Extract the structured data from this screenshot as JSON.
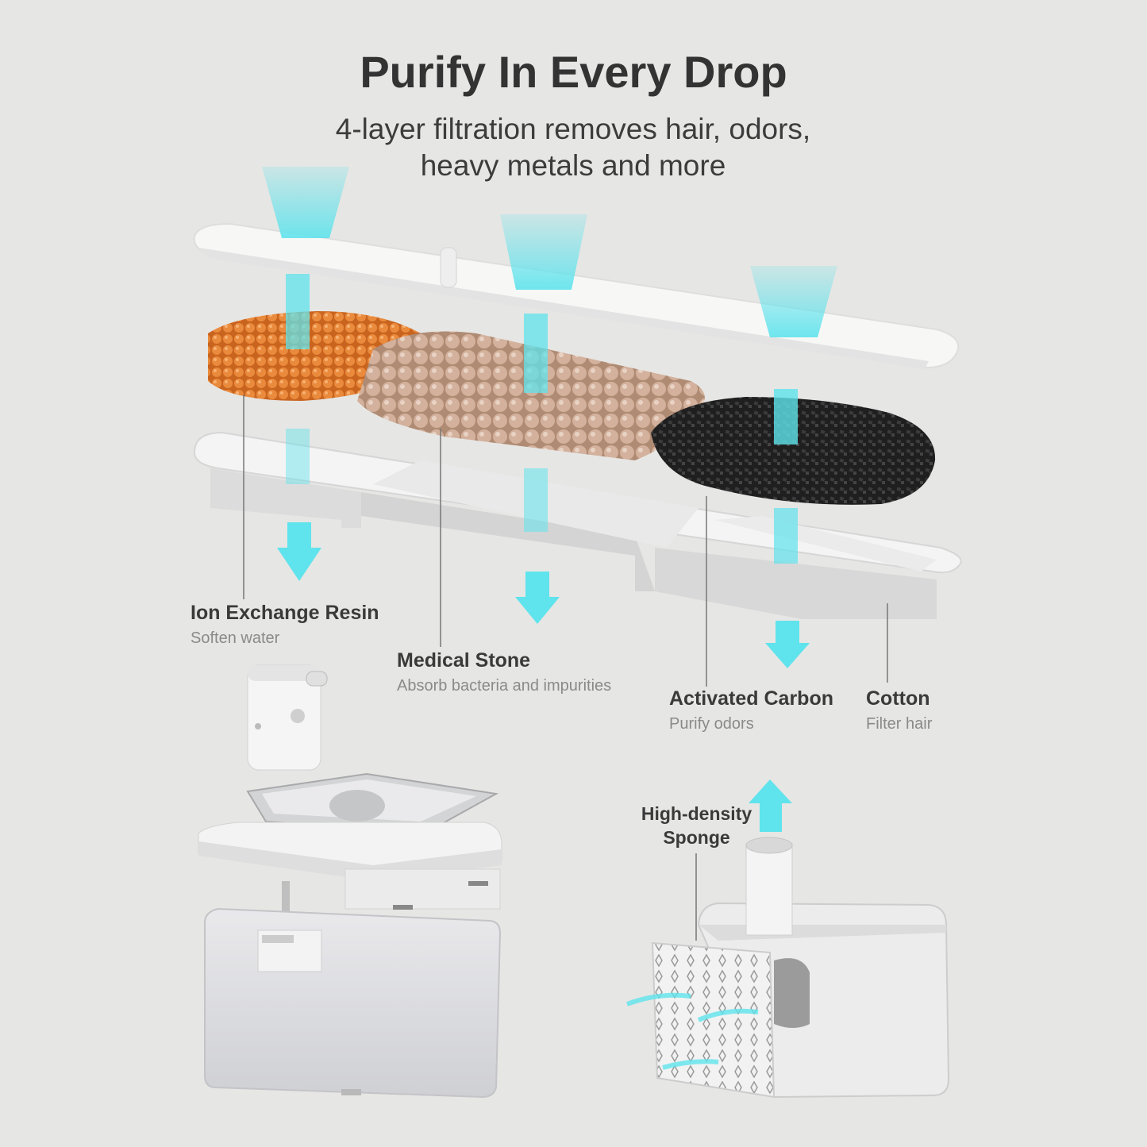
{
  "header": {
    "title": "Purify In Every Drop",
    "subtitle_line1": "4-layer filtration removes hair, odors,",
    "subtitle_line2": "heavy metals and more"
  },
  "layers": [
    {
      "name": "Ion Exchange Resin",
      "desc": "Soften water"
    },
    {
      "name": "Medical Stone",
      "desc": "Absorb bacteria and impurities"
    },
    {
      "name": "Activated Carbon",
      "desc": "Purify odors"
    },
    {
      "name": "Cotton",
      "desc": "Filter hair"
    }
  ],
  "sponge": {
    "line1": "High-density",
    "line2": "Sponge"
  },
  "colors": {
    "background": "#e6e6e4",
    "water": "#5fe3ec",
    "resin": "#e07a2e",
    "stone": "#c9a58e",
    "carbon": "#2b2b2b"
  },
  "icons": [
    "down-arrow-icon",
    "up-arrow-icon",
    "water-flow-icon"
  ]
}
